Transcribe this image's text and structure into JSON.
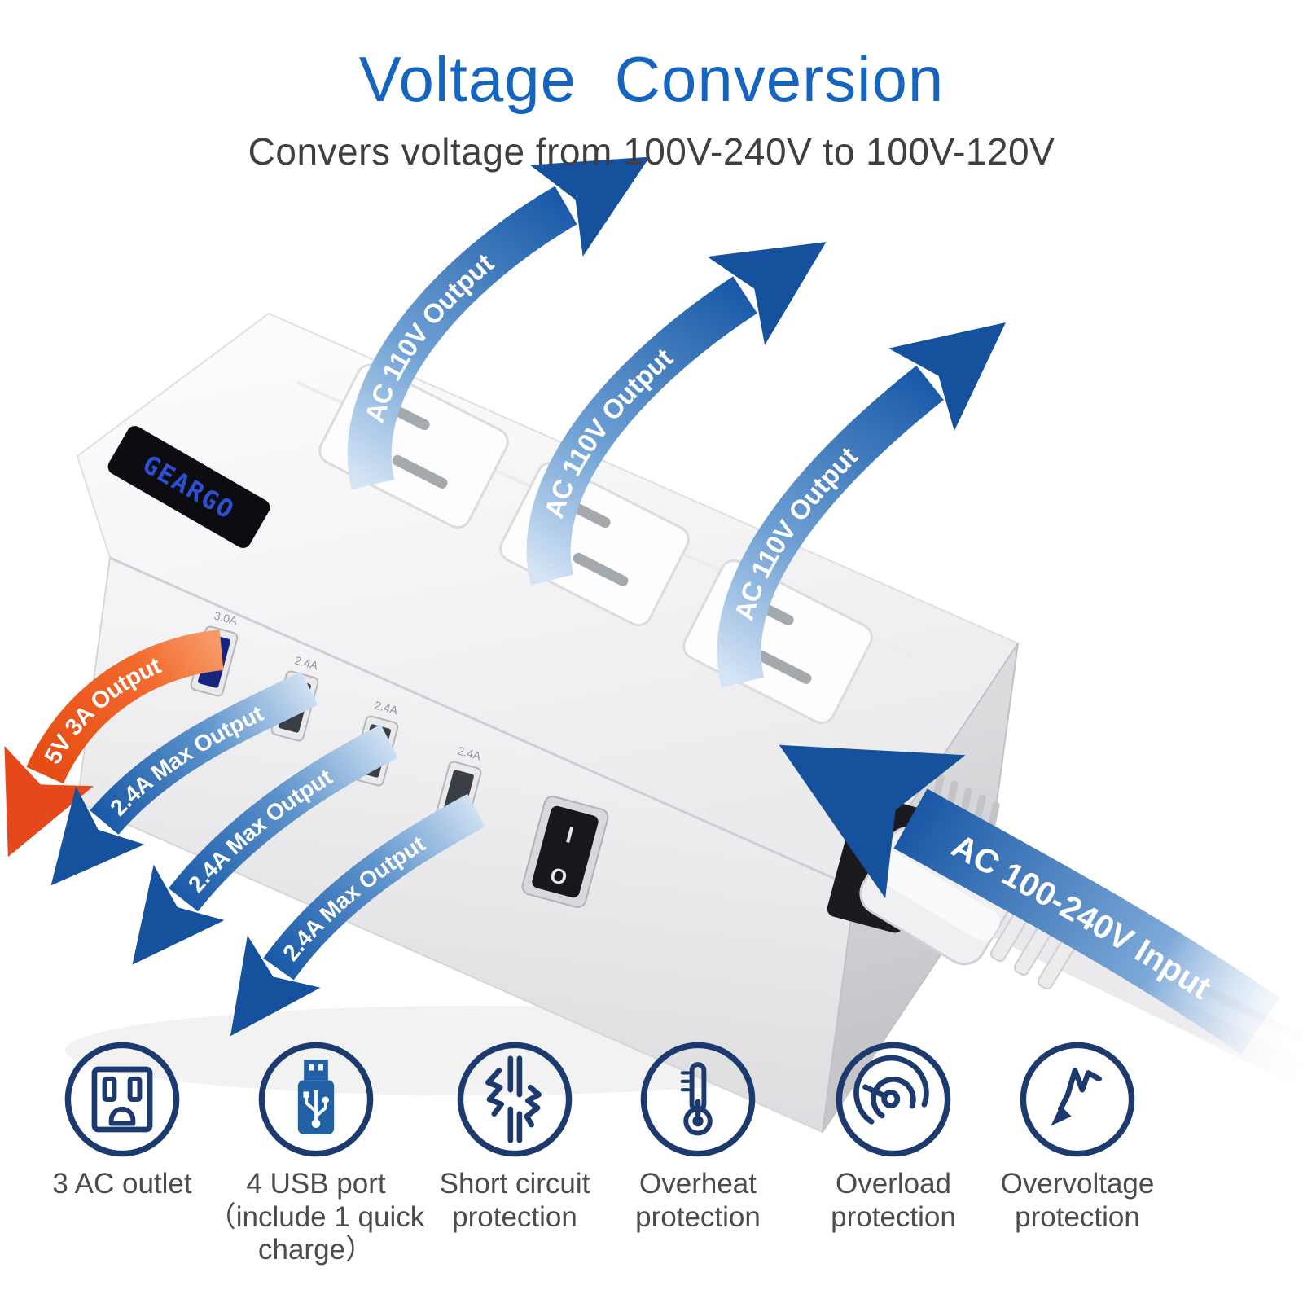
{
  "header": {
    "title": "Voltage Conversion",
    "subtitle": "Convers voltage from 100V-240V to 100V-120V"
  },
  "device": {
    "brand": "GEARGO",
    "usb_port_labels": [
      "3.0A",
      "2.4A",
      "2.4A",
      "2.4A"
    ],
    "switch_on": "I",
    "switch_off": "O"
  },
  "annotations": {
    "ac_outputs": [
      "AC 110V Output",
      "AC 110V Output",
      "AC 110V Output"
    ],
    "quick_charge_output": "5V 3A Output",
    "usb_max_outputs": [
      "2.4A Max Output",
      "2.4A Max Output",
      "2.4A Max Output"
    ],
    "ac_input": "AC 100-240V Input"
  },
  "features": [
    {
      "icon": "ac-outlet-icon",
      "label": "3 AC outlet"
    },
    {
      "icon": "usb-port-icon",
      "label": "4 USB port （include 1 quick charge）"
    },
    {
      "icon": "short-circuit-icon",
      "label": "Short circuit protection"
    },
    {
      "icon": "overheat-icon",
      "label": "Overheat protection"
    },
    {
      "icon": "overload-icon",
      "label": "Overload protection"
    },
    {
      "icon": "overvoltage-icon",
      "label": "Overvoltage protection"
    }
  ],
  "colors": {
    "title_blue": "#1565c0",
    "arrow_blue": "#1a5aa8",
    "arrow_orange": "#e84c15",
    "icon_navy": "#1c3a6e",
    "label_gray": "#4c4c4c"
  }
}
